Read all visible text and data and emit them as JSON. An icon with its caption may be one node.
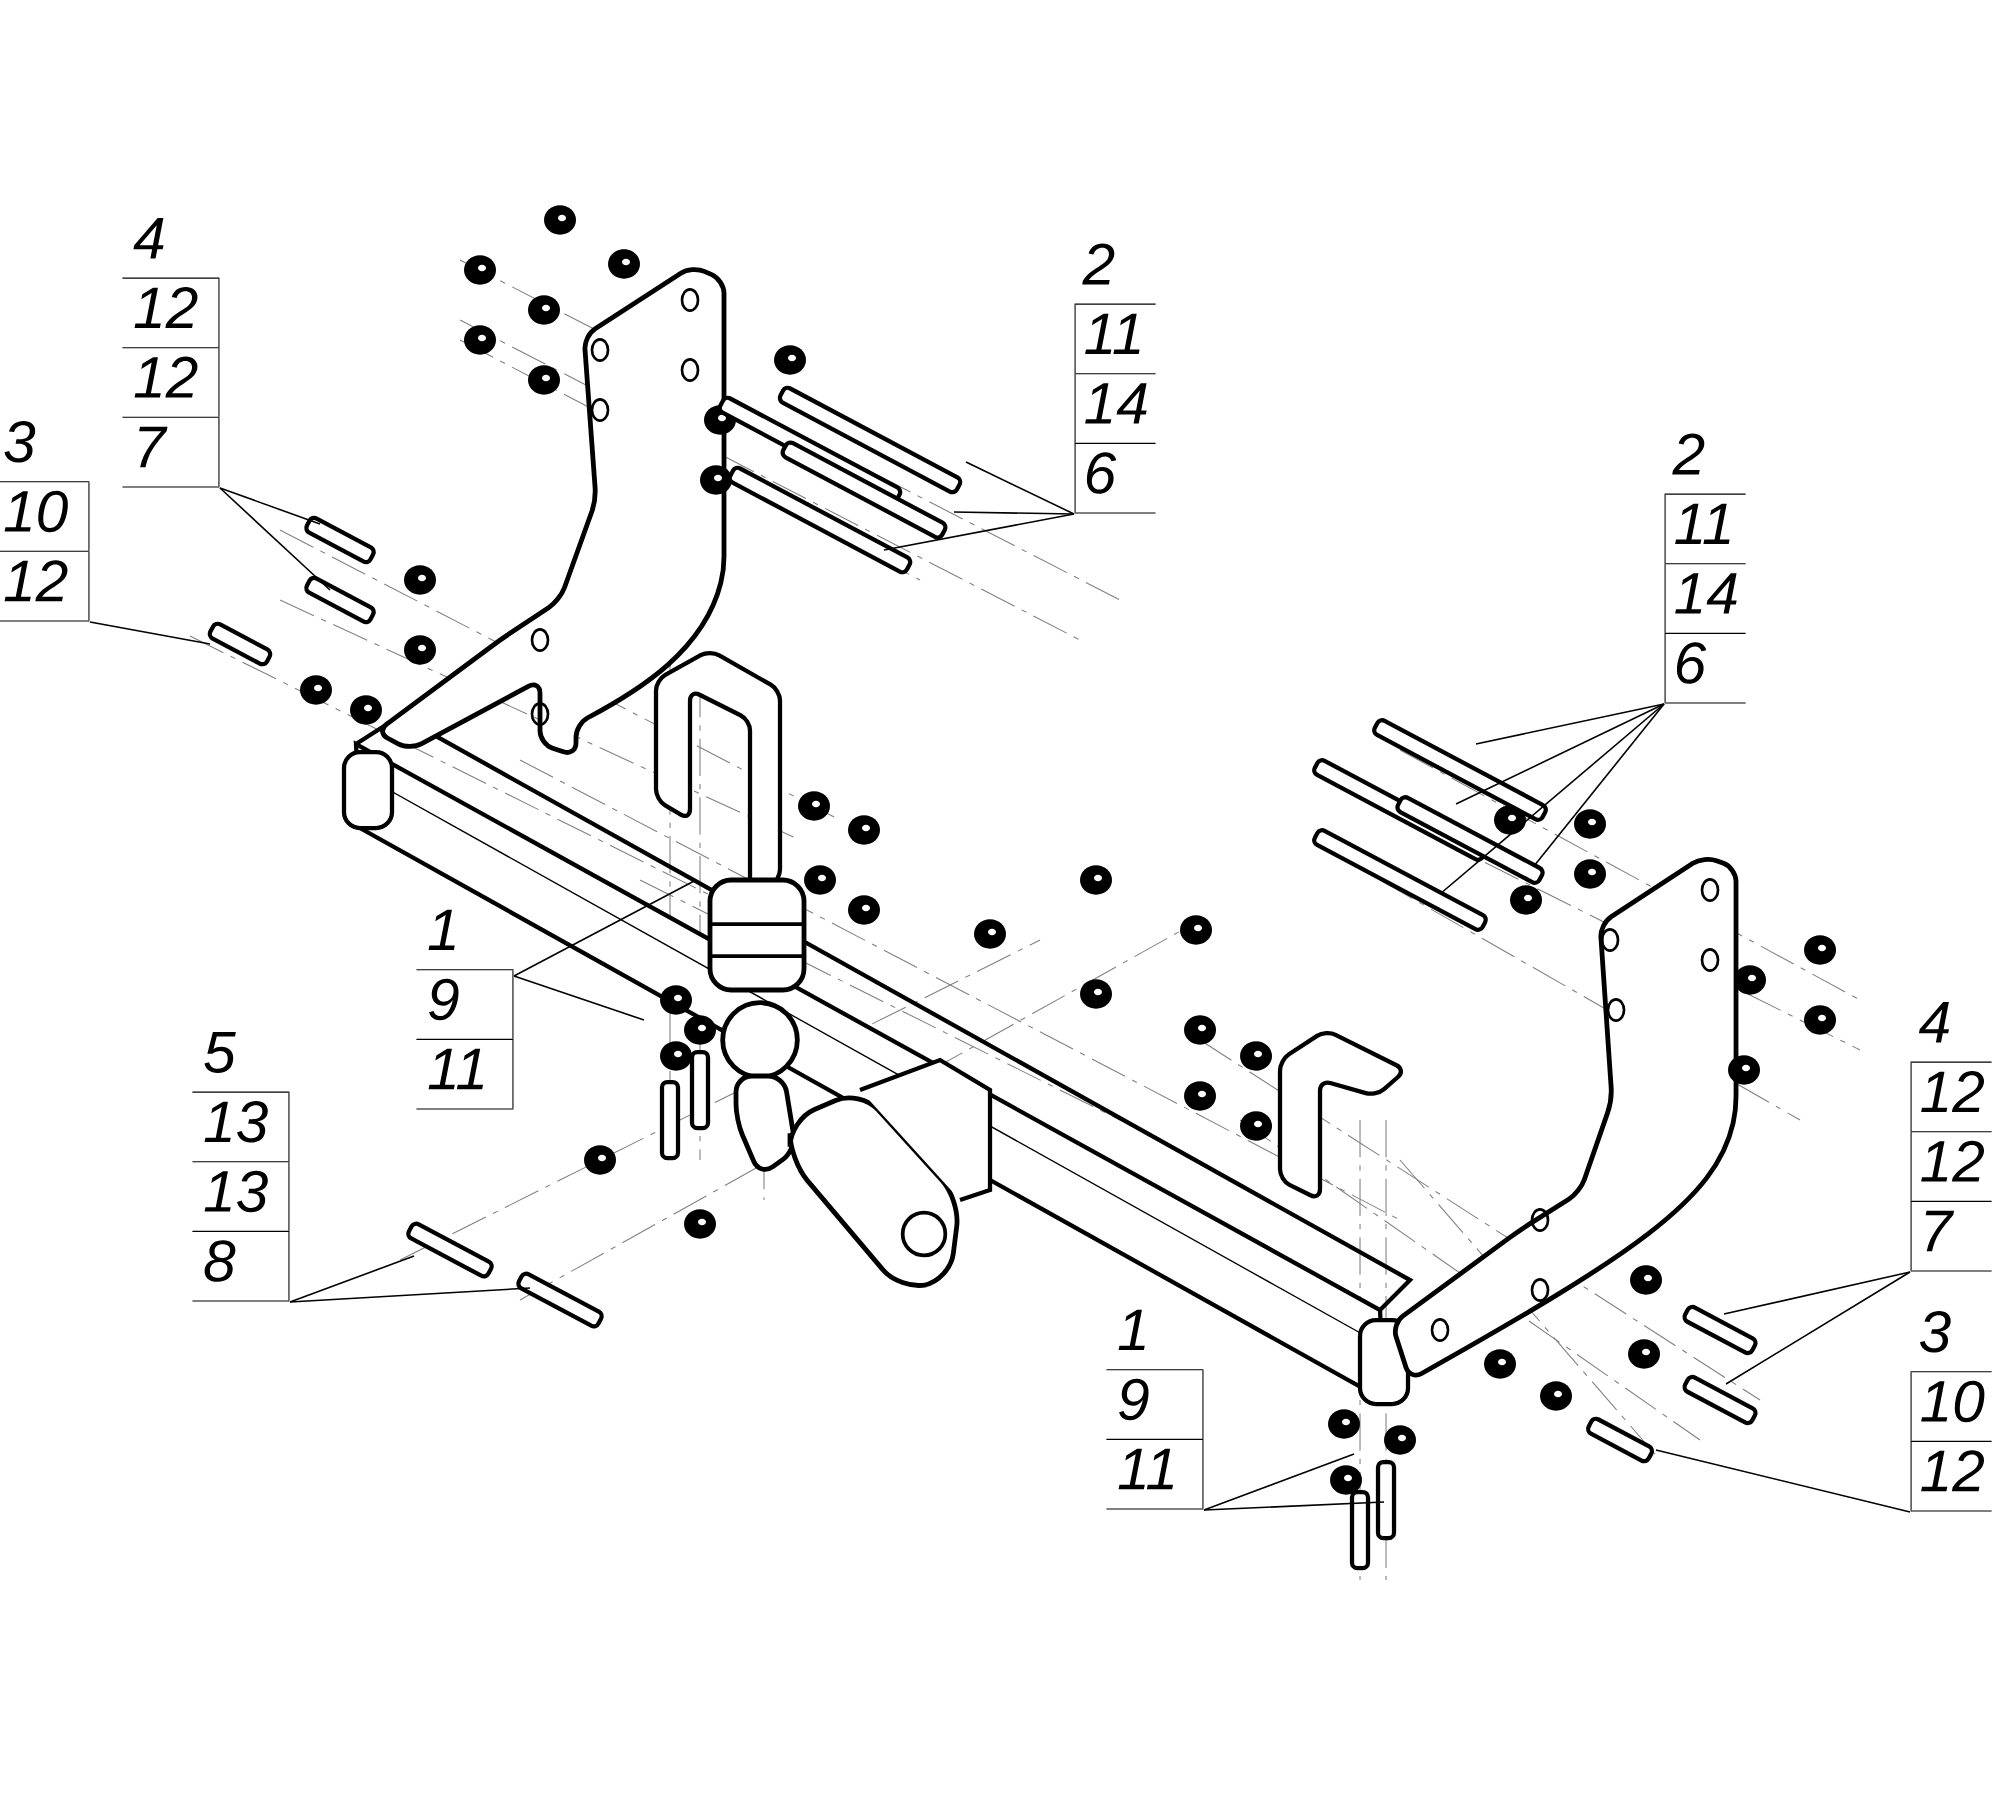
{
  "diagram": {
    "nodes": [
      {
        "text": [
          "4",
          "12",
          "12",
          "7"
        ]
      },
      {
        "text": [
          "2",
          "11",
          "14",
          "6"
        ]
      },
      {
        "text": [
          "3",
          "10",
          "12"
        ]
      },
      {
        "text": [
          "2",
          "11",
          "14",
          "6"
        ]
      },
      {
        "text": [
          "1",
          "9",
          "11"
        ]
      },
      {
        "text": [
          "4",
          "12",
          "12",
          "7"
        ]
      },
      {
        "text": [
          "5",
          "13",
          "13",
          "8"
        ]
      },
      {
        "text": [
          "1",
          "9",
          "11"
        ]
      },
      {
        "text": [
          "3",
          "10",
          "12"
        ]
      }
    ],
    "edges": [
      {
        "from": 0,
        "to": null,
        "arrow": "none"
      },
      {
        "from": 0,
        "to": null,
        "arrow": "none"
      },
      {
        "from": 1,
        "to": null,
        "arrow": "none"
      },
      {
        "from": 1,
        "to": null,
        "arrow": "none"
      },
      {
        "from": 1,
        "to": null,
        "arrow": "none"
      },
      {
        "from": 2,
        "to": null,
        "arrow": "none"
      },
      {
        "from": 3,
        "to": null,
        "arrow": "none"
      },
      {
        "from": 3,
        "to": null,
        "arrow": "none"
      },
      {
        "from": 3,
        "to": null,
        "arrow": "none"
      },
      {
        "from": 3,
        "to": null,
        "arrow": "none"
      },
      {
        "from": 4,
        "to": null,
        "arrow": "none"
      },
      {
        "from": 4,
        "to": null,
        "arrow": "none"
      },
      {
        "from": 5,
        "to": null,
        "arrow": "none"
      },
      {
        "from": 5,
        "to": null,
        "arrow": "none"
      },
      {
        "from": 6,
        "to": null,
        "arrow": "none"
      },
      {
        "from": 6,
        "to": null,
        "arrow": "none"
      },
      {
        "from": 7,
        "to": null,
        "arrow": "none"
      },
      {
        "from": 7,
        "to": null,
        "arrow": "none"
      },
      {
        "from": 8,
        "to": null,
        "arrow": "none"
      }
    ]
  }
}
